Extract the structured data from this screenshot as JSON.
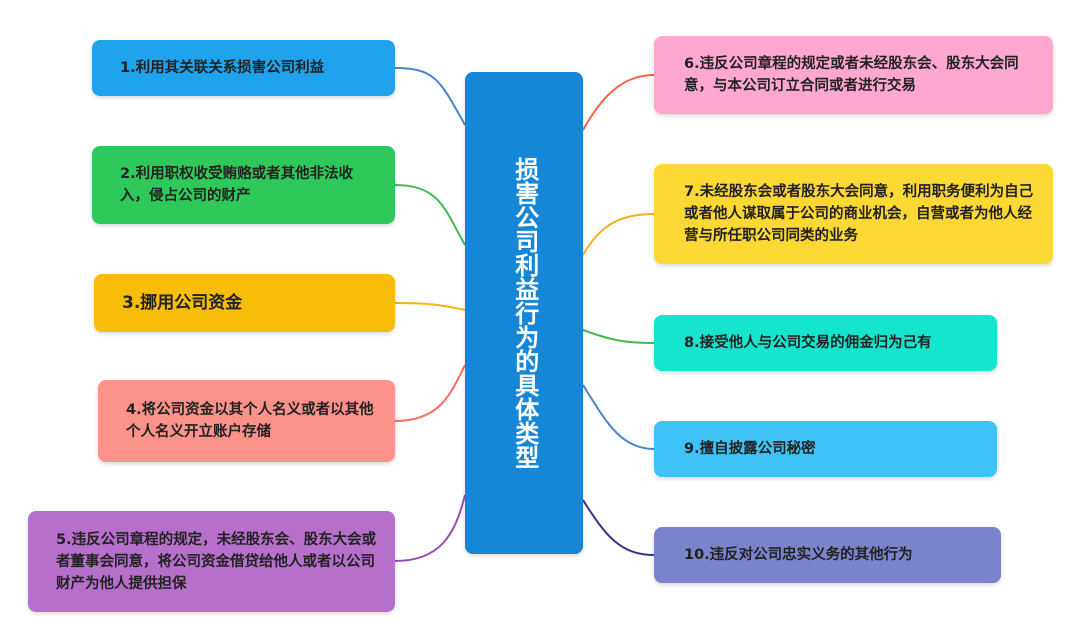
{
  "center": {
    "title": "损害公司利益行为的具体类型",
    "color": "#1587d6"
  },
  "nodes": [
    {
      "id": "n1",
      "text": "1.利用其关联关系损害公司利益",
      "color": "#1ea3ec",
      "line": "#4a86c8"
    },
    {
      "id": "n2",
      "text": "2.利用职权收受贿赂或者其他非法收入，侵占公司的财产",
      "color": "#2ec95a",
      "line": "#3dbb55"
    },
    {
      "id": "n3",
      "text": "3.挪用公司资金",
      "color": "#f8bd09",
      "line": "#f1b419"
    },
    {
      "id": "n4",
      "text": "4.将公司资金以其个人名义或者以其他个人名义开立账户存储",
      "color": "#fb938b",
      "line": "#f36d63"
    },
    {
      "id": "n5",
      "text": "5.违反公司章程的规定，未经股东会、股东大会或者董事会同意，将公司资金借贷给他人或者以公司财产为他人提供担保",
      "color": "#b76fcc",
      "line": "#9a4fb0"
    },
    {
      "id": "n6",
      "text": "6.违反公司章程的规定或者未经股东会、股东大会同意，与本公司订立合同或者进行交易",
      "color": "#fea8d1",
      "line": "#f4644a"
    },
    {
      "id": "n7",
      "text": "7.未经股东会或者股东大会同意，利用职务便利为自己或者他人谋取属于公司的商业机会，自营或者为他人经营与所任职公司同类的业务",
      "color": "#fcd834",
      "line": "#f6b11c"
    },
    {
      "id": "n8",
      "text": "8.接受他人与公司交易的佣金归为己有",
      "color": "#15e5cf",
      "line": "#46b851"
    },
    {
      "id": "n9",
      "text": "9.擅自披露公司秘密",
      "color": "#3fc2f6",
      "line": "#4a86c8"
    },
    {
      "id": "n10",
      "text": "10.违反对公司忠实义务的其他行为",
      "color": "#7a83cc",
      "line": "#3c3288"
    }
  ]
}
